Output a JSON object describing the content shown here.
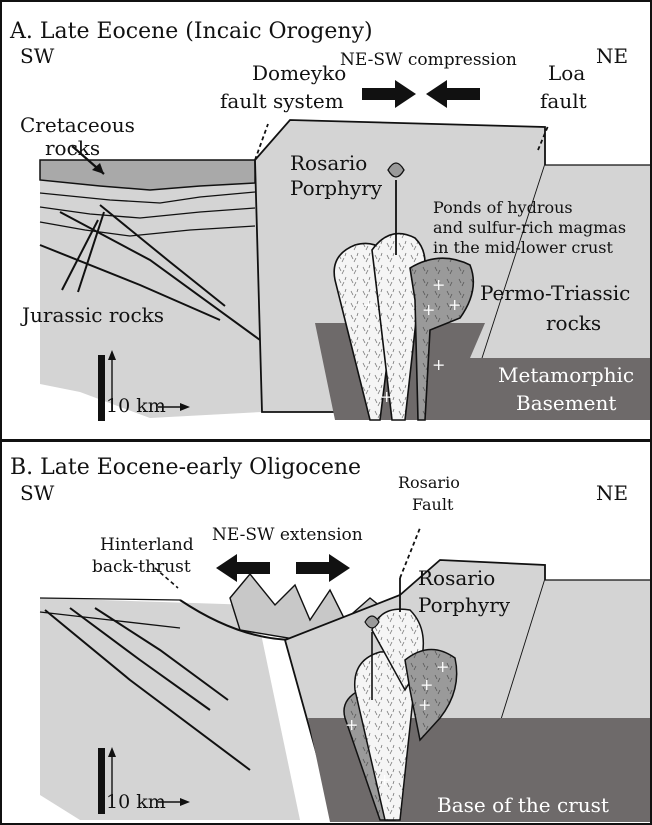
{
  "colors": {
    "crust_light": "#d4d4d4",
    "crust_mid": "#b6b6b6",
    "basement_dark": "#6e6a6a",
    "intrusion_gray": "#8a8a8a",
    "line": "#111111",
    "background": "#ffffff"
  },
  "panel_a": {
    "title": "A. Late Eocene (Incaic Orogeny)",
    "dir_left": "SW",
    "dir_right": "NE",
    "domeyko_line1": "Domeyko",
    "domeyko_line2": "fault system",
    "compression": "NE-SW compression",
    "loa_line1": "Loa",
    "loa_line2": "fault",
    "cretaceous_line1": "Cretaceous",
    "cretaceous_line2": "rocks",
    "porphyry_line1": "Rosario",
    "porphyry_line2": "Porphyry",
    "ponds_line1": "Ponds of hydrous",
    "ponds_line2": "and sulfur-rich magmas",
    "ponds_line3": "in the mid-lower crust",
    "permo_line1": "Permo-Triassic",
    "permo_line2": "rocks",
    "jurassic": "Jurassic rocks",
    "meta_line1": "Metamorphic",
    "meta_line2": "Basement",
    "scale": "10 km"
  },
  "panel_b": {
    "title": "B. Late Eocene-early Oligocene",
    "dir_left": "SW",
    "dir_right": "NE",
    "fault_line1": "Rosario",
    "fault_line2": "Fault",
    "extension": "NE-SW extension",
    "hinterland_line1": "Hinterland",
    "hinterland_line2": "back-thrust",
    "porphyry_line1": "Rosario",
    "porphyry_line2": "Porphyry",
    "scale": "10 km",
    "base_crust": "Base of the crust"
  }
}
